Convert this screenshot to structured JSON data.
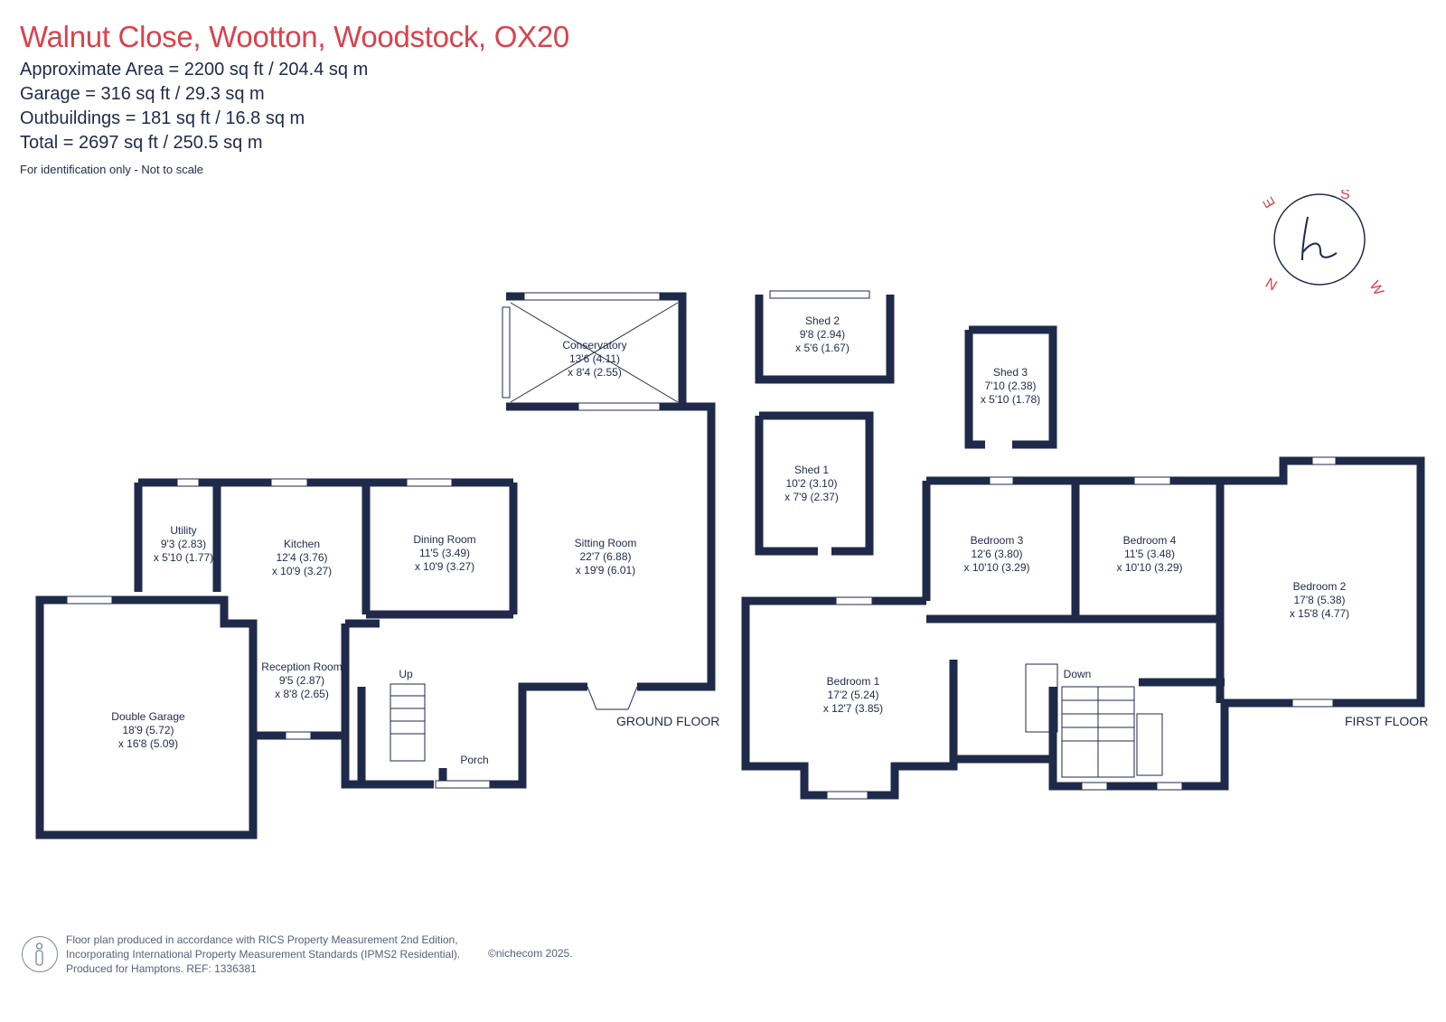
{
  "header": {
    "title": "Walnut Close, Wootton, Woodstock, OX20",
    "approx_area": "Approximate Area = 2200 sq ft / 204.4 sq m",
    "garage": "Garage = 316 sq ft / 29.3 sq m",
    "outbuildings": "Outbuildings = 181 sq ft / 16.8 sq m",
    "total": "Total = 2697 sq ft / 250.5 sq m",
    "note": "For identification only - Not to scale"
  },
  "colors": {
    "title": "#d9424b",
    "wall": "#1f2a4a",
    "text": "#1f2a4a"
  },
  "rooms": {
    "utility": {
      "name": "Utility",
      "dims": "9'3 (2.83)",
      "dims2": "x 5'10 (1.77)"
    },
    "kitchen": {
      "name": "Kitchen",
      "dims": "12'4 (3.76)",
      "dims2": "x 10'9 (3.27)"
    },
    "dining": {
      "name": "Dining Room",
      "dims": "11'5 (3.49)",
      "dims2": "x 10'9 (3.27)"
    },
    "conservatory": {
      "name": "Conservatory",
      "dims": "13'6 (4.11)",
      "dims2": "x 8'4 (2.55)"
    },
    "sitting": {
      "name": "Sitting Room",
      "dims": "22'7 (6.88)",
      "dims2": "x 19'9 (6.01)"
    },
    "reception": {
      "name": "Reception Room",
      "dims": "9'5 (2.87)",
      "dims2": "x 8'8 (2.65)"
    },
    "garage": {
      "name": "Double Garage",
      "dims": "18'9 (5.72)",
      "dims2": "x 16'8 (5.09)"
    },
    "porch": {
      "name": "Porch"
    },
    "up": "Up",
    "shed1": {
      "name": "Shed 1",
      "dims": "10'2 (3.10)",
      "dims2": "x 7'9 (2.37)"
    },
    "shed2": {
      "name": "Shed 2",
      "dims": "9'8 (2.94)",
      "dims2": "x 5'6 (1.67)"
    },
    "shed3": {
      "name": "Shed 3",
      "dims": "7'10 (2.38)",
      "dims2": "x 5'10 (1.78)"
    },
    "bed1": {
      "name": "Bedroom 1",
      "dims": "17'2 (5.24)",
      "dims2": "x 12'7 (3.85)"
    },
    "bed2": {
      "name": "Bedroom 2",
      "dims": "17'8 (5.38)",
      "dims2": "x 15'8 (4.77)"
    },
    "bed3": {
      "name": "Bedroom 3",
      "dims": "12'6 (3.80)",
      "dims2": "x 10'10 (3.29)"
    },
    "bed4": {
      "name": "Bedroom 4",
      "dims": "11'5 (3.48)",
      "dims2": "x 10'10 (3.29)"
    },
    "down": "Down"
  },
  "floors": {
    "ground": "GROUND FLOOR",
    "first": "FIRST FLOOR"
  },
  "compass": {
    "s": "S",
    "w": "W",
    "n": "N",
    "e": "E"
  },
  "footer": {
    "line1": "Floor plan produced in accordance with RICS Property Measurement 2nd Edition,",
    "line2": "Incorporating International Property Measurement Standards (IPMS2 Residential).",
    "line3": "Produced for Hamptons.   REF:  1336381",
    "copyright": "©nichecom 2025."
  }
}
